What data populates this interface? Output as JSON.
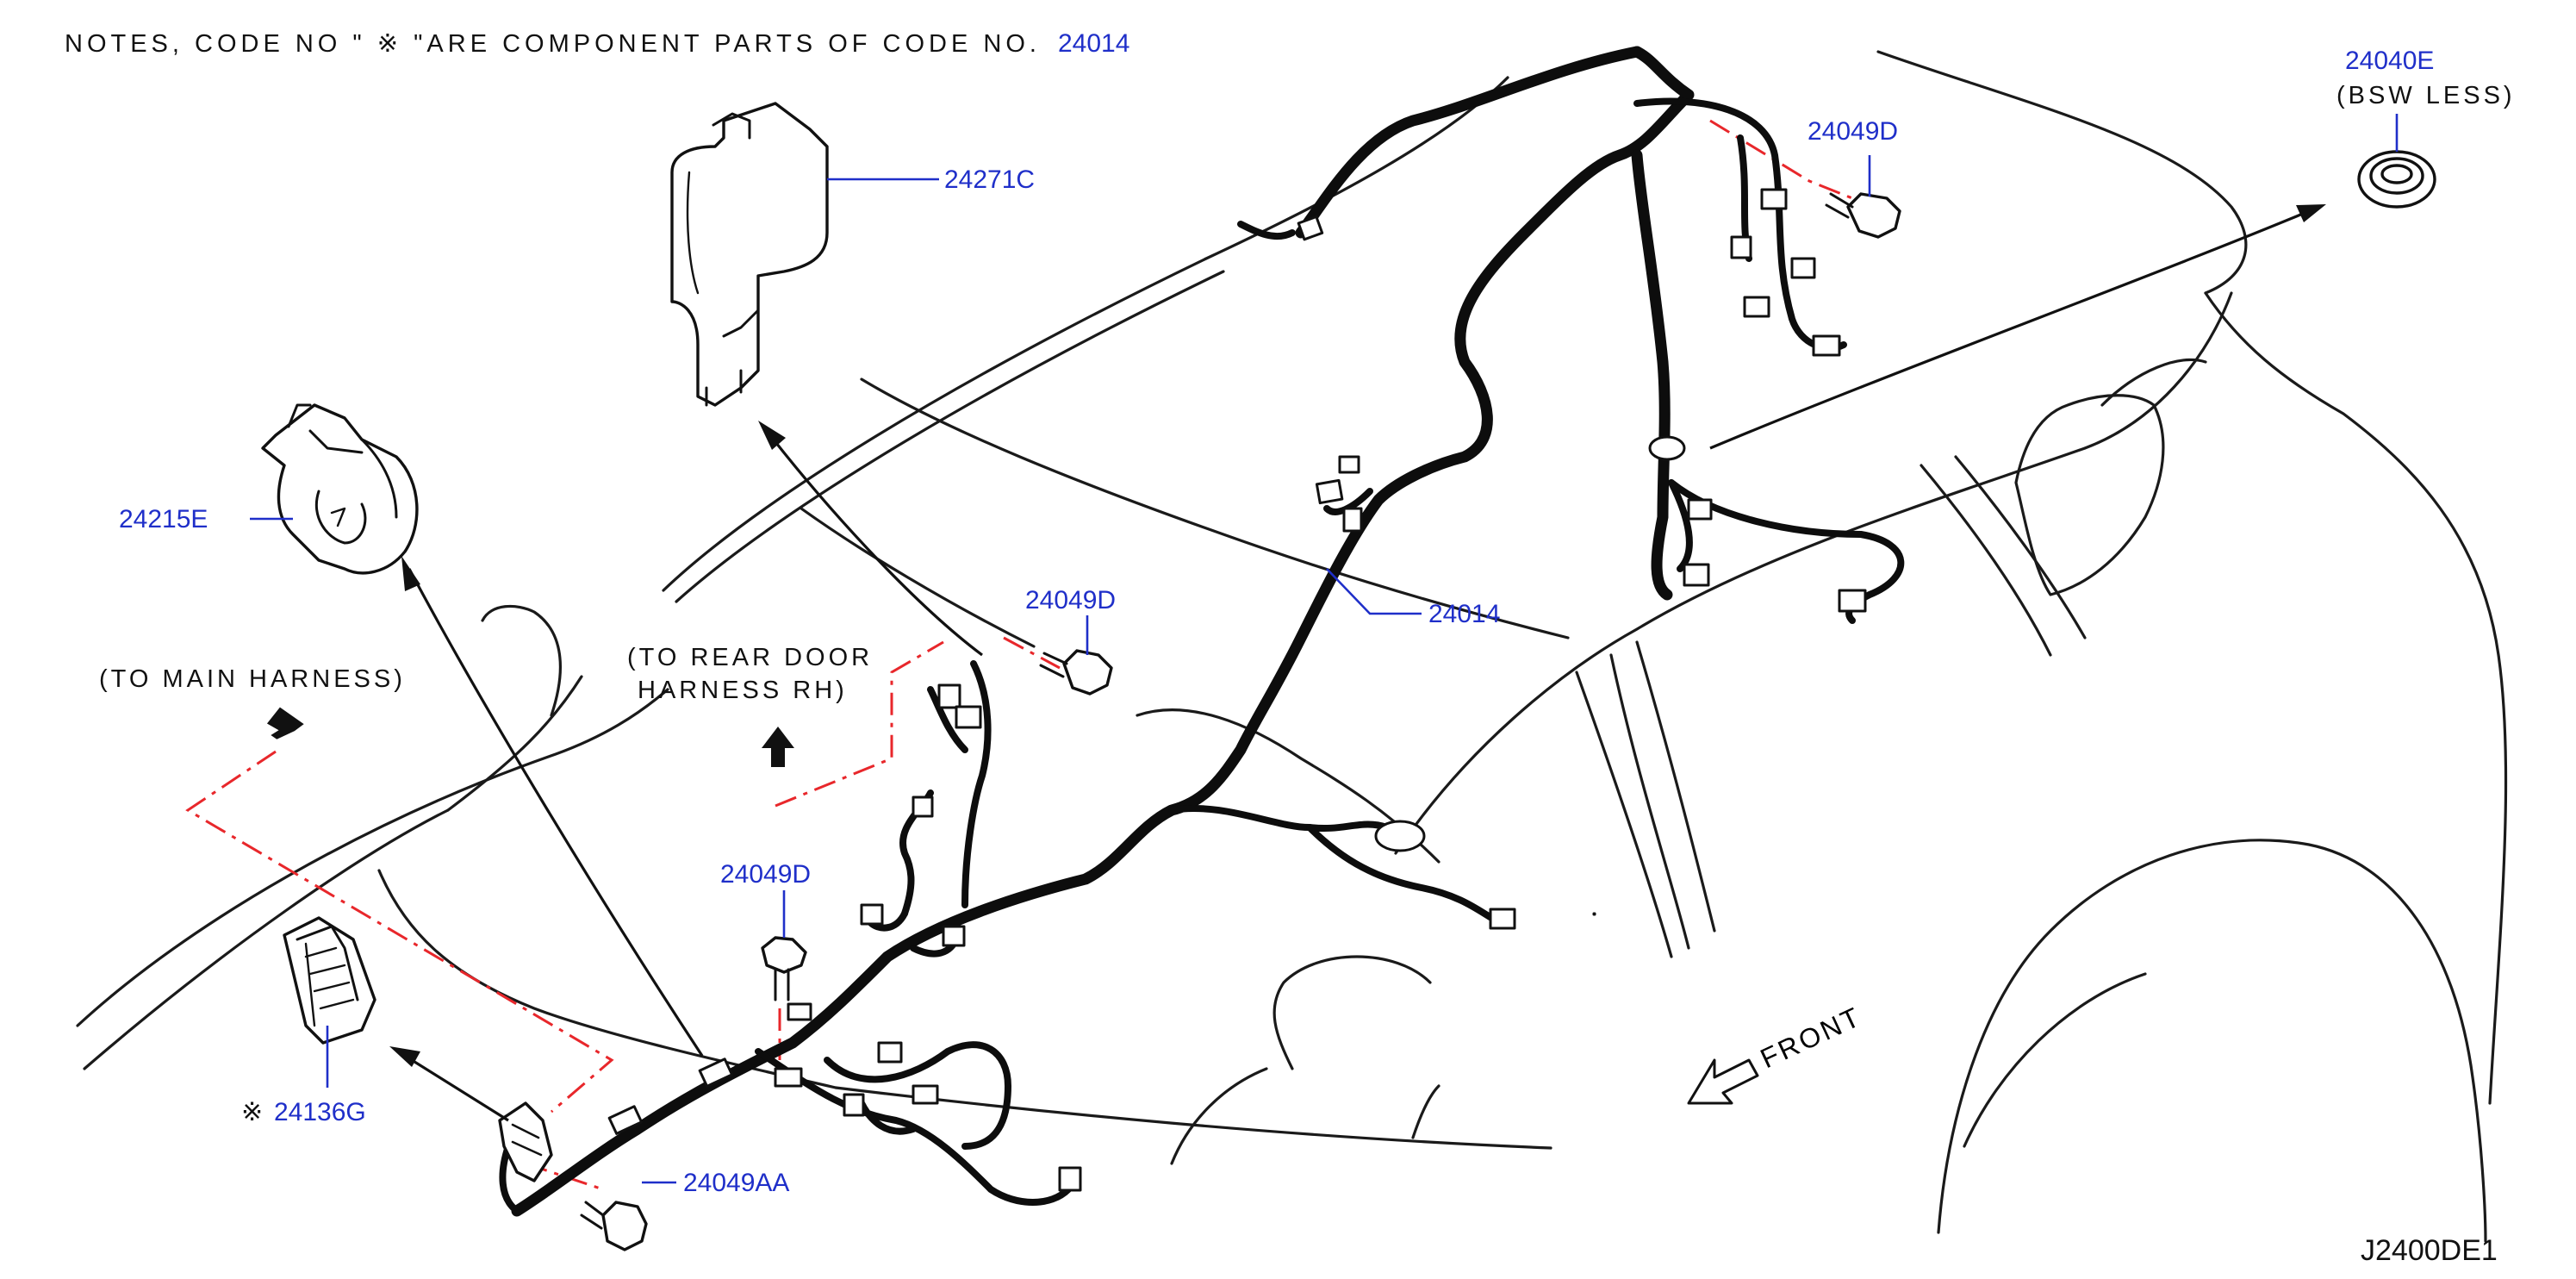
{
  "notes": {
    "text": "NOTES,  CODE  NO  \"  ※ \"ARE  COMPONENT  PARTS  OF  CODE  NO.",
    "code": "24014"
  },
  "labels": {
    "p24271C": "24271C",
    "p24215E": "24215E",
    "p24136G_mark": "※",
    "p24136G": "24136G",
    "p24049D_top": "24049D",
    "p24049D_mid": "24049D",
    "p24049D_low": "24049D",
    "p24049AA": "24049AA",
    "p24014": "24014",
    "p24040E": "24040E",
    "p24040E_note": "(BSW   LESS)"
  },
  "captions": {
    "to_main_harness": "(TO   MAIN   HARNESS)",
    "to_rear_door_line1": "(TO   REAR   DOOR",
    "to_rear_door_line2": "HARNESS   RH)"
  },
  "front_label": "FRONT",
  "diagram_ref": "J2400DE1",
  "colors": {
    "label_blue": "#1f2fc9",
    "dash_red": "#e8272b",
    "ink": "#111111"
  }
}
